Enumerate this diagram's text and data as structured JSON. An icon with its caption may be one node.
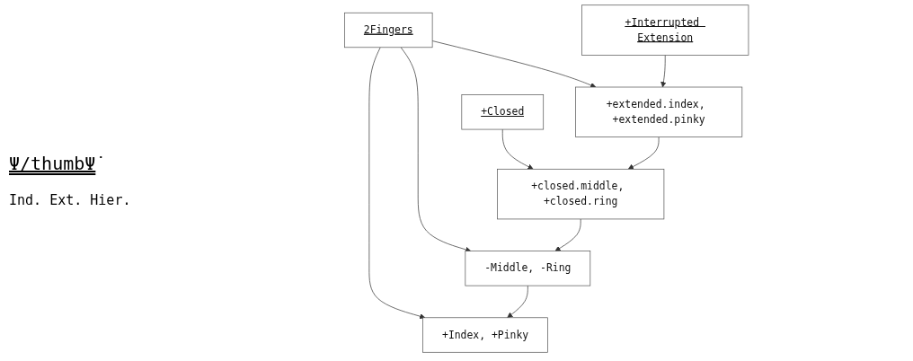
{
  "diagram": {
    "title": "Ψ/thumbΨ̇",
    "nodes": [
      {
        "text": [
          "2Fingers"
        ]
      },
      {
        "text": [
          "+Interrupted Extension"
        ]
      },
      {
        "text": [
          "+Closed"
        ]
      },
      {
        "text": [
          "+extended.index, +extended.pinky"
        ]
      },
      {
        "text": [
          "+closed.middle, +closed.ring"
        ]
      },
      {
        "text": [
          "-Middle, -Ring"
        ]
      },
      {
        "text": [
          "+Index, +Pinky"
        ]
      }
    ],
    "edges": [
      {
        "from": 0,
        "to": 3,
        "arrow": "to"
      },
      {
        "from": 1,
        "to": 3,
        "arrow": "to"
      },
      {
        "from": 2,
        "to": 4,
        "arrow": "to"
      },
      {
        "from": 3,
        "to": 4,
        "arrow": "to"
      },
      {
        "from": 0,
        "to": 5,
        "arrow": "to"
      },
      {
        "from": 4,
        "to": 5,
        "arrow": "to"
      },
      {
        "from": 0,
        "to": 6,
        "arrow": "to"
      },
      {
        "from": 5,
        "to": 6,
        "arrow": "to"
      }
    ],
    "labels": [
      "Ind. Ext. Hier."
    ]
  }
}
